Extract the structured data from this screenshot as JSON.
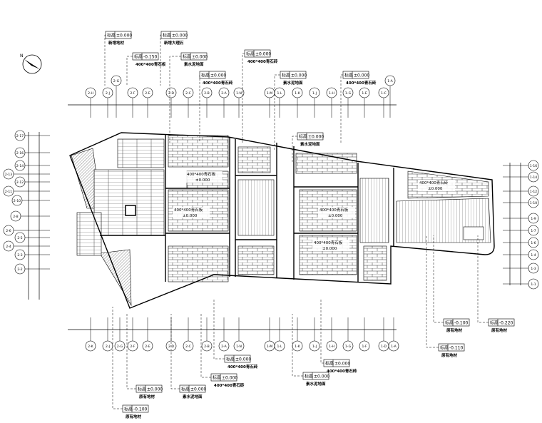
{
  "drawing": {
    "north_label": "N",
    "top_axes": [
      "2-H",
      "2-J",
      "2-G",
      "2-F",
      "2-E",
      "2-D",
      "2-C",
      "2-B",
      "2-A",
      "1-N",
      "1-M",
      "1-L",
      "1-K",
      "1-J",
      "1-H",
      "1-G",
      "1-E",
      "1-C",
      "1-A"
    ],
    "bottom_axes": [
      "2-K",
      "2-J",
      "2-G",
      "2-F",
      "2-E",
      "2-D",
      "2-C",
      "2-B",
      "2-A",
      "1-N",
      "1-M",
      "1-L",
      "1-K",
      "1-J",
      "1-H",
      "1-G",
      "1-F",
      "1-D",
      "1-A"
    ],
    "left_axes": [
      "2-17",
      "2-16",
      "2-14",
      "2-13",
      "2-12",
      "2-11",
      "2-10",
      "2-8",
      "2-6",
      "2-5",
      "2-4",
      "2-3",
      "2-2"
    ],
    "right_axes": [
      "1-16",
      "1-14",
      "1-12",
      "1-10",
      "1-9",
      "1-7",
      "1-6",
      "1-4",
      "1-3",
      "1-1"
    ],
    "callouts": [
      {
        "tag": "标高",
        "level": "±0.000",
        "material": "新增地材"
      },
      {
        "tag": "标高",
        "level": "±0.000",
        "material": "新增大理石"
      },
      {
        "tag": "标高",
        "level": "-0.150",
        "material": "400*400青石板"
      },
      {
        "tag": "标高",
        "level": "±0.000",
        "material": "素水泥地面"
      },
      {
        "tag": "标高",
        "level": "±0.000",
        "material": "400*400青石砖"
      },
      {
        "tag": "标高",
        "level": "±0.000",
        "material": "400*400青石砖"
      },
      {
        "tag": "标高",
        "level": "±0.000",
        "material": "素水泥地面"
      },
      {
        "tag": "标高",
        "level": "±0.000",
        "material": "400*400青石砖"
      },
      {
        "tag": "标高",
        "level": "±0.000",
        "material": "素水泥地面"
      },
      {
        "tag": "标高",
        "level": "±0.000",
        "material": "400*400青石砖"
      },
      {
        "tag": "标高",
        "level": "±0.000",
        "material": "400*400青石砖"
      },
      {
        "tag": "标高",
        "level": "±0.000",
        "material": "400*400青石砖"
      },
      {
        "tag": "标高",
        "level": "±0.000",
        "material": "素水泥地面"
      },
      {
        "tag": "标高",
        "level": "±0.000",
        "material": "原有地材"
      },
      {
        "tag": "标高",
        "level": "±0.000",
        "material": "素水泥地面"
      },
      {
        "tag": "标高",
        "level": "-0.100",
        "material": "原有地材"
      },
      {
        "tag": "标高",
        "level": "-0.100",
        "material": "原有地材"
      },
      {
        "tag": "标高",
        "level": "-0.220",
        "material": "原有地材"
      },
      {
        "tag": "标高",
        "level": "-0.110",
        "material": "原有地材"
      }
    ],
    "rooms": [
      {
        "material": "400*400青石板",
        "level": "±0.000"
      },
      {
        "material": "400*400青石板",
        "level": "±0.000"
      },
      {
        "material": "400*400青石板",
        "level": "±0.000"
      },
      {
        "material": "400*400青石板",
        "level": "±0.000"
      },
      {
        "material": "400*400青石砖",
        "level": "±0.000"
      }
    ]
  }
}
